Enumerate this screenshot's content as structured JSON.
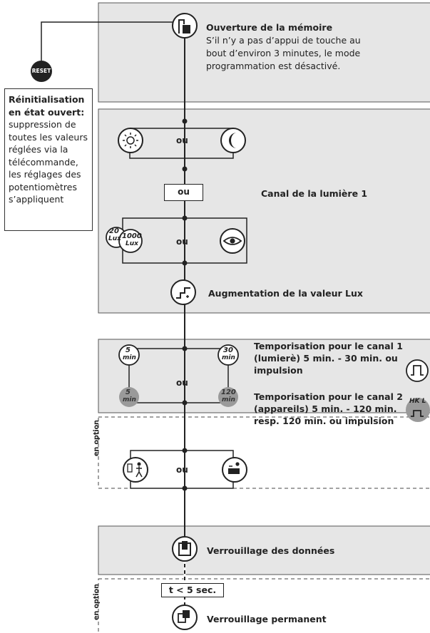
{
  "reset_button": {
    "label": "RESET"
  },
  "reset_note": {
    "title": "Réinitialisation en état ouvert:",
    "body": "suppression de toutes les valeurs réglées via la télécommande, les réglages des potentiomètres s’appliquent"
  },
  "memory_open": {
    "title": "Ouverture de la mémoire",
    "body": "S’il n’y a pas d’appui de touche au bout d’environ 3 minutes, le mode programmation est désactivé."
  },
  "or_label": "ou",
  "channel1_label": "Canal de la lumière 1",
  "lux_values": {
    "low": "20",
    "low_unit": "Lux",
    "high": "1000",
    "high_unit": "Lux"
  },
  "lux_increase_label": "Augmentation de la valeur Lux",
  "timers": {
    "ch1_min": "5",
    "ch1_max": "30",
    "ch2_min": "5",
    "ch2_max": "120",
    "unit": "min",
    "ch1_text": "Temporisation pour le canal 1 (lumierè) 5 min. - 30 min. ou impulsion",
    "ch2_text": "Temporisation pour le canal 2 (appareils) 5 min. - 120 min. resp. 120 min. ou impulsion",
    "hkl_label": "HK L"
  },
  "option_label": "en option",
  "data_lock_label": "Verrouillage des données",
  "time_condition": "t < 5 sec.",
  "permanent_lock_label": "Verrouillage permanent",
  "colors": {
    "panel": "#e6e6e6",
    "grey_circle": "#9a9a9a",
    "line": "#222222"
  }
}
